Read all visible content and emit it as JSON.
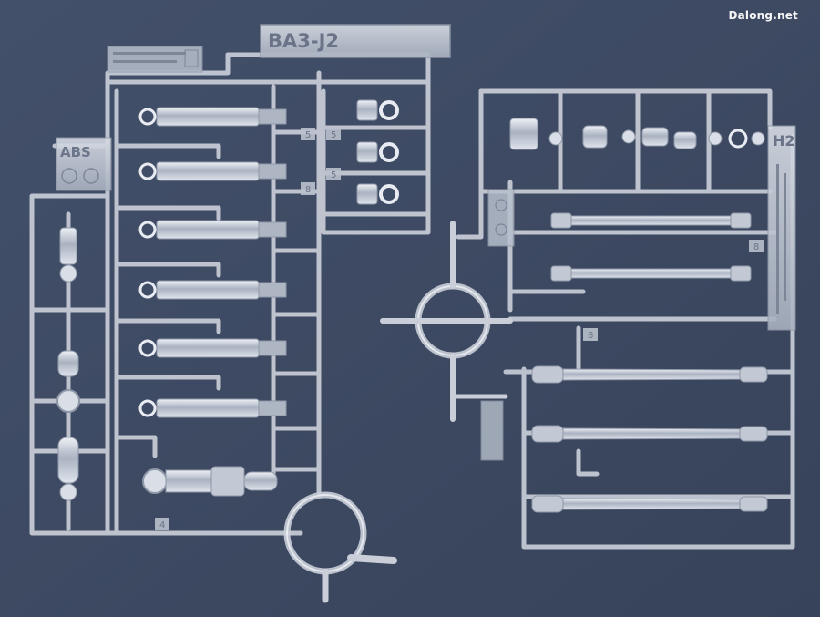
{
  "watermark": "Dalong.net",
  "left_sprue": {
    "code": "BA3-J2",
    "material_tag": "ABS",
    "runner_numbers": [
      "5",
      "5",
      "5",
      "8",
      "4"
    ]
  },
  "right_sprue": {
    "code": "H2",
    "runner_numbers": [
      "8",
      "8"
    ]
  },
  "colors": {
    "background": "#3e4b63",
    "plastic": "#c9ced8",
    "plastic_shadow": "#7f8899",
    "plastic_highlight": "#eef1f6"
  }
}
